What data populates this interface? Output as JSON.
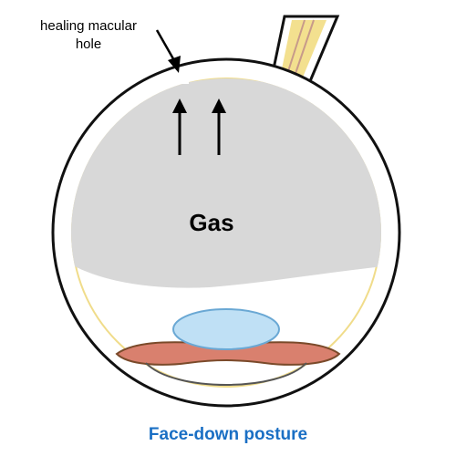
{
  "annotation": {
    "line1": "healing macular",
    "line2": "hole"
  },
  "gas_label": "Gas",
  "caption": "Face-down posture",
  "colors": {
    "caption": "#1a6fc4",
    "retina": "#f0dc8a",
    "choroid": "#7a4a2a",
    "gas": "#d8d8d8",
    "lens": "#bfe0f5",
    "ciliary": "#d9806e"
  },
  "icons": {
    "arrows": "arrow-up",
    "pointer": "arrow-down-right"
  }
}
